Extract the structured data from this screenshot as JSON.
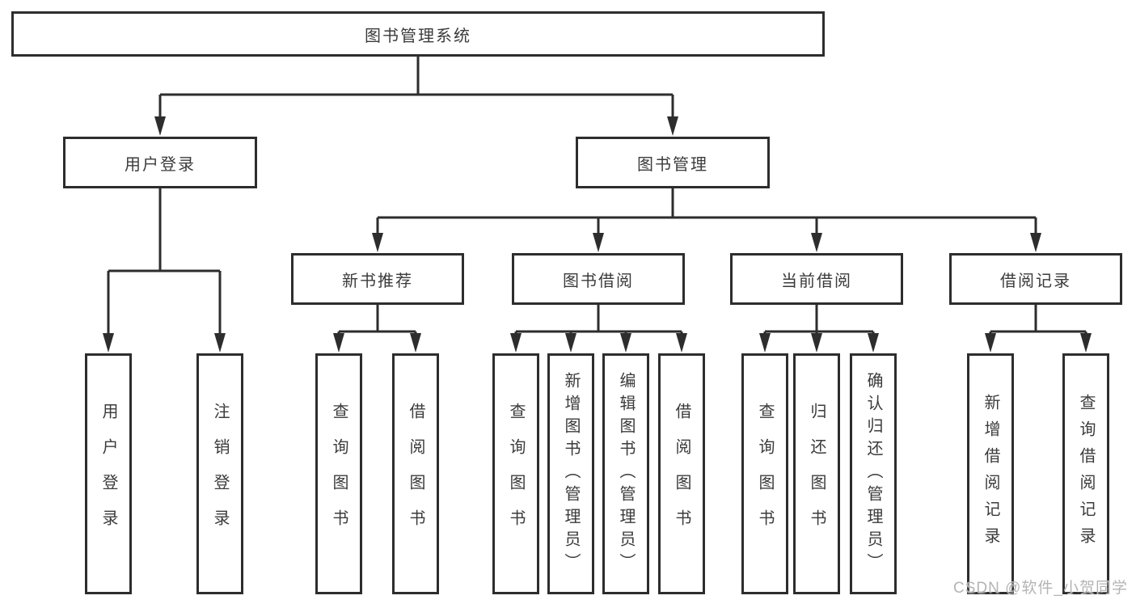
{
  "tree": {
    "label": "图书管理系统",
    "children": [
      {
        "label": "用户登录",
        "children": [
          {
            "label": "用户登录"
          },
          {
            "label": "注销登录"
          }
        ]
      },
      {
        "label": "图书管理",
        "children": [
          {
            "label": "新书推荐",
            "children": [
              {
                "label": "查询图书"
              },
              {
                "label": "借阅图书"
              }
            ]
          },
          {
            "label": "图书借阅",
            "children": [
              {
                "label": "查询图书"
              },
              {
                "label": "新增图书（管理员）"
              },
              {
                "label": "编辑图书（管理员）"
              },
              {
                "label": "借阅图书"
              }
            ]
          },
          {
            "label": "当前借阅",
            "children": [
              {
                "label": "查询图书"
              },
              {
                "label": "归还图书"
              },
              {
                "label": "确认归还（管理员）"
              }
            ]
          },
          {
            "label": "借阅记录",
            "children": [
              {
                "label": "新增借阅记录"
              },
              {
                "label": "查询借阅记录"
              }
            ]
          }
        ]
      }
    ]
  },
  "watermark": {
    "text": "CSDN @软件_小贺同学"
  },
  "style": {
    "line_color": "#2d2d2d",
    "text_color": "#3b3b3b",
    "background_color": "#ffffff",
    "watermark_color": "#b4b4b4"
  }
}
